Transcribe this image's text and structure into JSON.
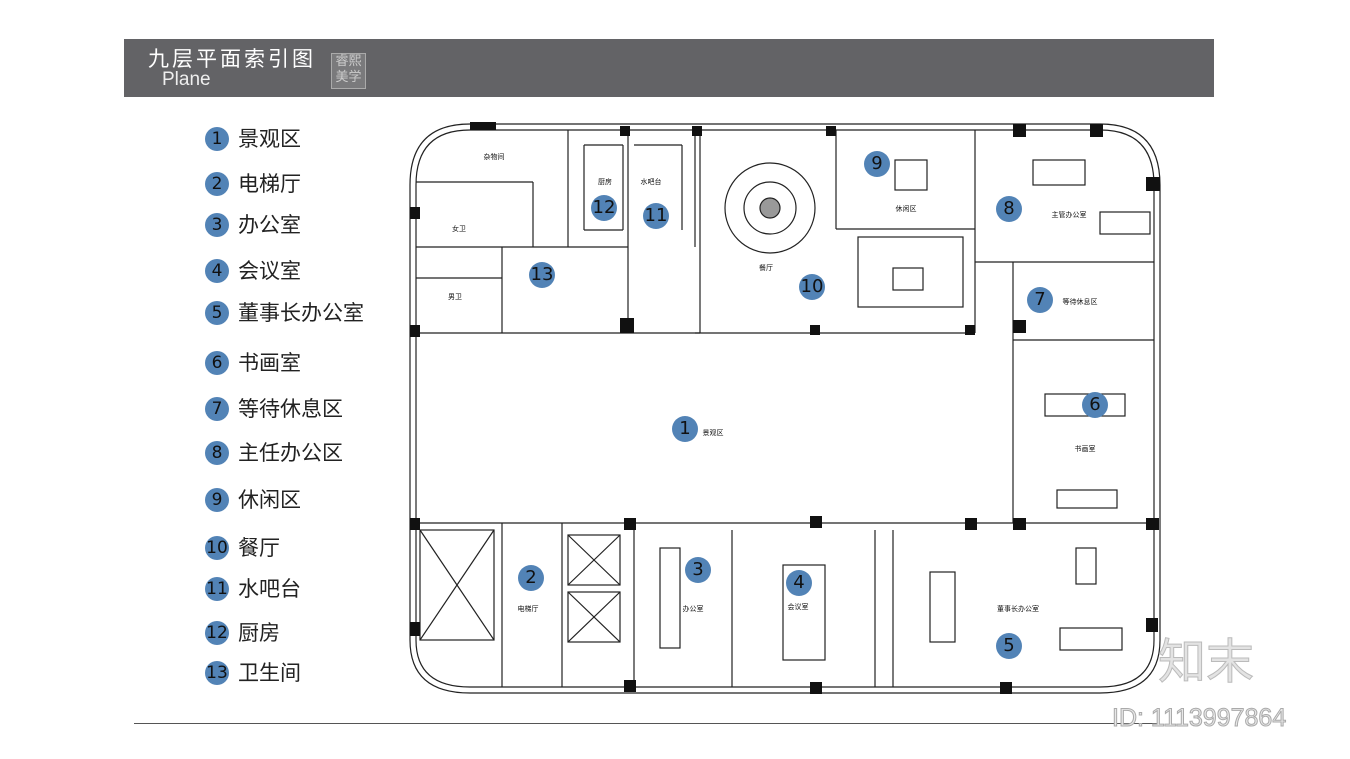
{
  "header": {
    "title": "九层平面索引图",
    "subtitle": "Plane",
    "logo_text": "睿熙美学"
  },
  "legend": [
    {
      "num": "1",
      "label": "景观区"
    },
    {
      "num": "2",
      "label": "电梯厅"
    },
    {
      "num": "3",
      "label": "办公室"
    },
    {
      "num": "4",
      "label": "会议室"
    },
    {
      "num": "5",
      "label": "董事长办公室"
    },
    {
      "num": "6",
      "label": "书画室"
    },
    {
      "num": "7",
      "label": "等待休息区"
    },
    {
      "num": "8",
      "label": "主任办公区"
    },
    {
      "num": "9",
      "label": "休闲区"
    },
    {
      "num": "10",
      "label": "餐厅"
    },
    {
      "num": "11",
      "label": "水吧台"
    },
    {
      "num": "12",
      "label": "厨房"
    },
    {
      "num": "13",
      "label": "卫生间"
    }
  ],
  "room_labels": [
    "杂物间",
    "女卫",
    "男卫",
    "厨房",
    "水吧台",
    "餐厅",
    "休闲区",
    "主管办公室",
    "等待休息区",
    "书画室",
    "景观区",
    "电梯厅",
    "办公室",
    "会议室",
    "董事长办公室"
  ],
  "watermark": {
    "brand": "知末",
    "id": "ID: 1113997864"
  },
  "colors": {
    "header": "#636366",
    "marker": "#5283b6"
  }
}
